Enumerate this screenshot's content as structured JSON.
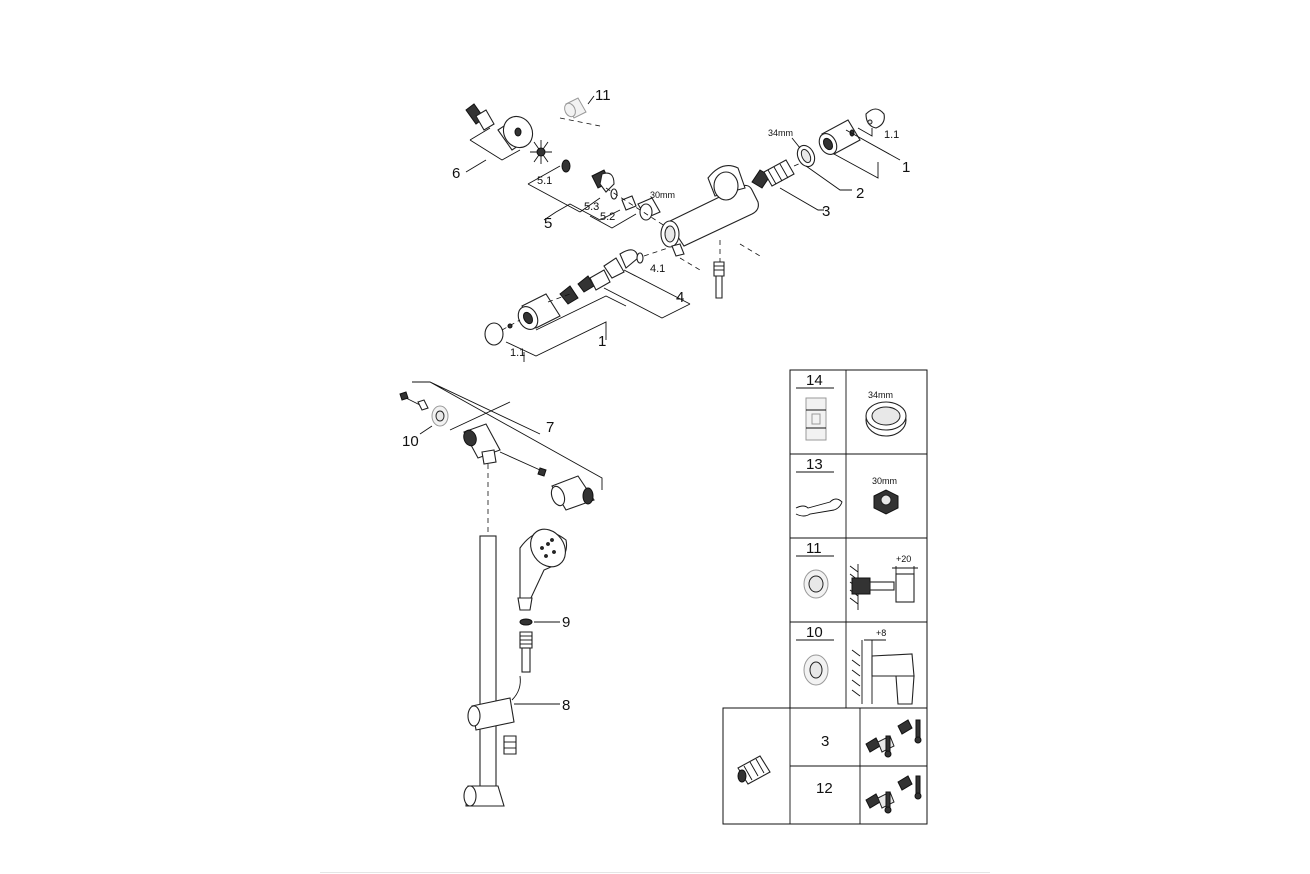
{
  "callouts": {
    "c1a": "1",
    "c1_1a": "1.1",
    "c2": "2",
    "c34mm": "34mm",
    "c3": "3",
    "c11": "11",
    "c6": "6",
    "c5_1": "5.1",
    "c5_3": "5.3",
    "c5_2": "5.2",
    "c5": "5",
    "c30mm": "30mm",
    "c4_1": "4.1",
    "c4": "4",
    "c1b": "1",
    "c1_1b": "1.1",
    "c7": "7",
    "c10": "10",
    "c9": "9",
    "c8": "8"
  },
  "table": {
    "r14": "14",
    "r14_size": "34mm",
    "r13": "13",
    "r13_size": "30mm",
    "r11": "11",
    "r11_dim": "+20",
    "r10": "10",
    "r10_dim": "+8",
    "r3": "3",
    "r12": "12"
  }
}
